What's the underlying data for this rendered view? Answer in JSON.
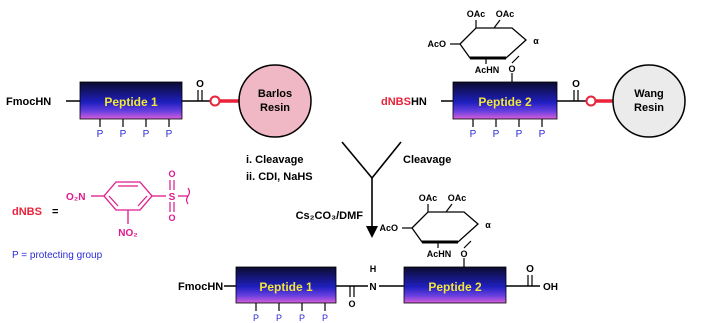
{
  "reaction": {
    "left": {
      "nterm": "FmocHN",
      "peptide": "Peptide 1",
      "carbonyl_o": "O",
      "resin": [
        "Barlos",
        "Resin"
      ],
      "protecting": [
        "P",
        "P",
        "P",
        "P"
      ]
    },
    "right": {
      "nterm_prefix": "dNBS",
      "nterm_suffix": "HN",
      "peptide": "Peptide 2",
      "carbonyl_o": "O",
      "resin": [
        "Wang",
        "Resin"
      ],
      "protecting": [
        "P",
        "P",
        "P",
        "P"
      ],
      "sugar": {
        "oac1": "OAc",
        "oac2": "OAc",
        "aco": "AcO",
        "alpha": "α",
        "achn": "AcHN",
        "link_o": "O"
      }
    },
    "conditions": {
      "left_step1": "i.  Cleavage",
      "left_step2": "ii. CDI, NaHS",
      "right": "Cleavage",
      "coupling": "Cs₂CO₃/DMF"
    },
    "product": {
      "nterm": "FmocHN",
      "peptide1": "Peptide 1",
      "amide_h": "H",
      "amide_n": "N",
      "peptide2": "Peptide 2",
      "acid_o": "O",
      "acid_oh": "OH",
      "protecting": [
        "P",
        "P",
        "P",
        "P"
      ],
      "sugar": {
        "oac1": "OAc",
        "oac2": "OAc",
        "aco": "AcO",
        "alpha": "α",
        "achn": "AcHN",
        "link_o": "O"
      }
    }
  },
  "legend": {
    "dnbs_label": "dNBS",
    "equals": "=",
    "o2n": "O₂N",
    "no2": "NO₂",
    "s": "S",
    "o_top": "O",
    "o_bottom": "O",
    "p_definition": "P = protecting group"
  },
  "colors": {
    "red": "#e8233a",
    "blue": "#2b2bd6",
    "magenta": "#e0188c",
    "resin_pink": "#f0b8c4",
    "resin_gray": "#ebebeb",
    "peptide_text": "#f2e63a"
  }
}
